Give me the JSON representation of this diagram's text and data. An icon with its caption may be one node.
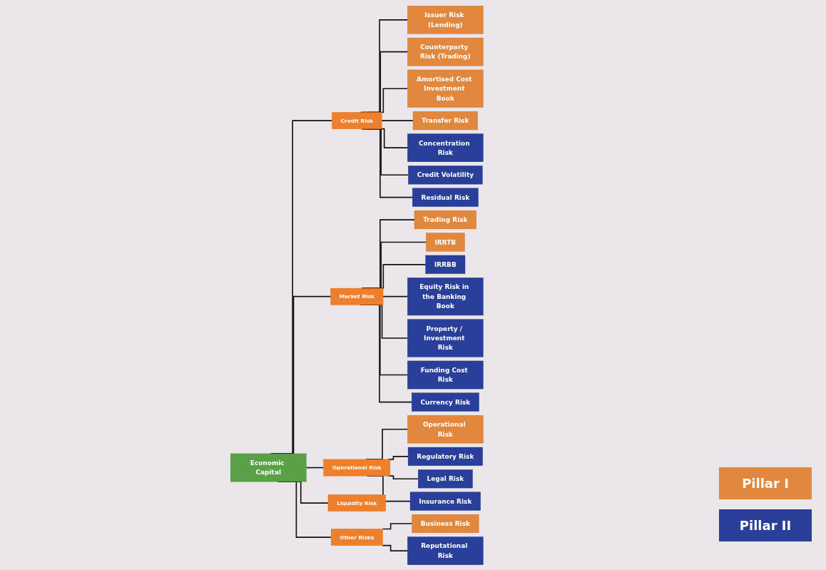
{
  "diagram": {
    "nodes": [
      {
        "text": [
          "Economic Capital"
        ]
      },
      {
        "text": [
          "Credit Risk"
        ]
      },
      {
        "text": [
          "Market Risk"
        ]
      },
      {
        "text": [
          "Operational Risk"
        ]
      },
      {
        "text": [
          "Liquidity Risk"
        ]
      },
      {
        "text": [
          "Other Risks"
        ]
      },
      {
        "text": [
          "Issuer Risk (Lending)"
        ]
      },
      {
        "text": [
          "Counterparty Risk (Trading)"
        ]
      },
      {
        "text": [
          "Amortised Cost Investment Book"
        ]
      },
      {
        "text": [
          "Transfer Risk"
        ]
      },
      {
        "text": [
          "Concentration Risk"
        ]
      },
      {
        "text": [
          "Credit Volatility"
        ]
      },
      {
        "text": [
          "Residual Risk"
        ]
      },
      {
        "text": [
          "Trading Risk"
        ]
      },
      {
        "text": [
          "IRRTB"
        ]
      },
      {
        "text": [
          "IRRBB"
        ]
      },
      {
        "text": [
          "Equity Risk in the Banking Book"
        ]
      },
      {
        "text": [
          "Property / Investment Risk"
        ]
      },
      {
        "text": [
          "Funding Cost Risk"
        ]
      },
      {
        "text": [
          "Currency Risk"
        ]
      },
      {
        "text": [
          "Operational Risk"
        ]
      },
      {
        "text": [
          "Regulatory Risk"
        ]
      },
      {
        "text": [
          "Legal Risk"
        ]
      },
      {
        "text": [
          "Insurance Risk"
        ]
      },
      {
        "text": [
          "Business Risk"
        ]
      },
      {
        "text": [
          "Reputational Risk"
        ]
      }
    ],
    "edges": [
      {
        "from": 0,
        "to": 1,
        "arrow": "none"
      },
      {
        "from": 0,
        "to": 2,
        "arrow": "none"
      },
      {
        "from": 0,
        "to": 3,
        "arrow": "none"
      },
      {
        "from": 0,
        "to": 4,
        "arrow": "none"
      },
      {
        "from": 0,
        "to": 5,
        "arrow": "none"
      },
      {
        "from": 1,
        "to": 6,
        "arrow": "none"
      },
      {
        "from": 1,
        "to": 7,
        "arrow": "none"
      },
      {
        "from": 1,
        "to": 8,
        "arrow": "none"
      },
      {
        "from": 1,
        "to": 9,
        "arrow": "none"
      },
      {
        "from": 1,
        "to": 10,
        "arrow": "none"
      },
      {
        "from": 1,
        "to": 11,
        "arrow": "none"
      },
      {
        "from": 1,
        "to": 12,
        "arrow": "none"
      },
      {
        "from": 2,
        "to": 13,
        "arrow": "none"
      },
      {
        "from": 2,
        "to": 14,
        "arrow": "none"
      },
      {
        "from": 2,
        "to": 15,
        "arrow": "none"
      },
      {
        "from": 2,
        "to": 16,
        "arrow": "none"
      },
      {
        "from": 2,
        "to": 17,
        "arrow": "none"
      },
      {
        "from": 2,
        "to": 18,
        "arrow": "none"
      },
      {
        "from": 2,
        "to": 19,
        "arrow": "none"
      },
      {
        "from": 3,
        "to": 20,
        "arrow": "none"
      },
      {
        "from": 3,
        "to": 21,
        "arrow": "none"
      },
      {
        "from": 3,
        "to": 22,
        "arrow": "none"
      },
      {
        "from": 3,
        "to": 23,
        "arrow": "none"
      },
      {
        "from": 5,
        "to": 24,
        "arrow": "none"
      },
      {
        "from": 5,
        "to": 25,
        "arrow": "none"
      }
    ],
    "legend": [
      {
        "text": "Pillar I",
        "color": "#e2873e"
      },
      {
        "text": "Pillar II",
        "color": "#2a3f99"
      }
    ]
  }
}
